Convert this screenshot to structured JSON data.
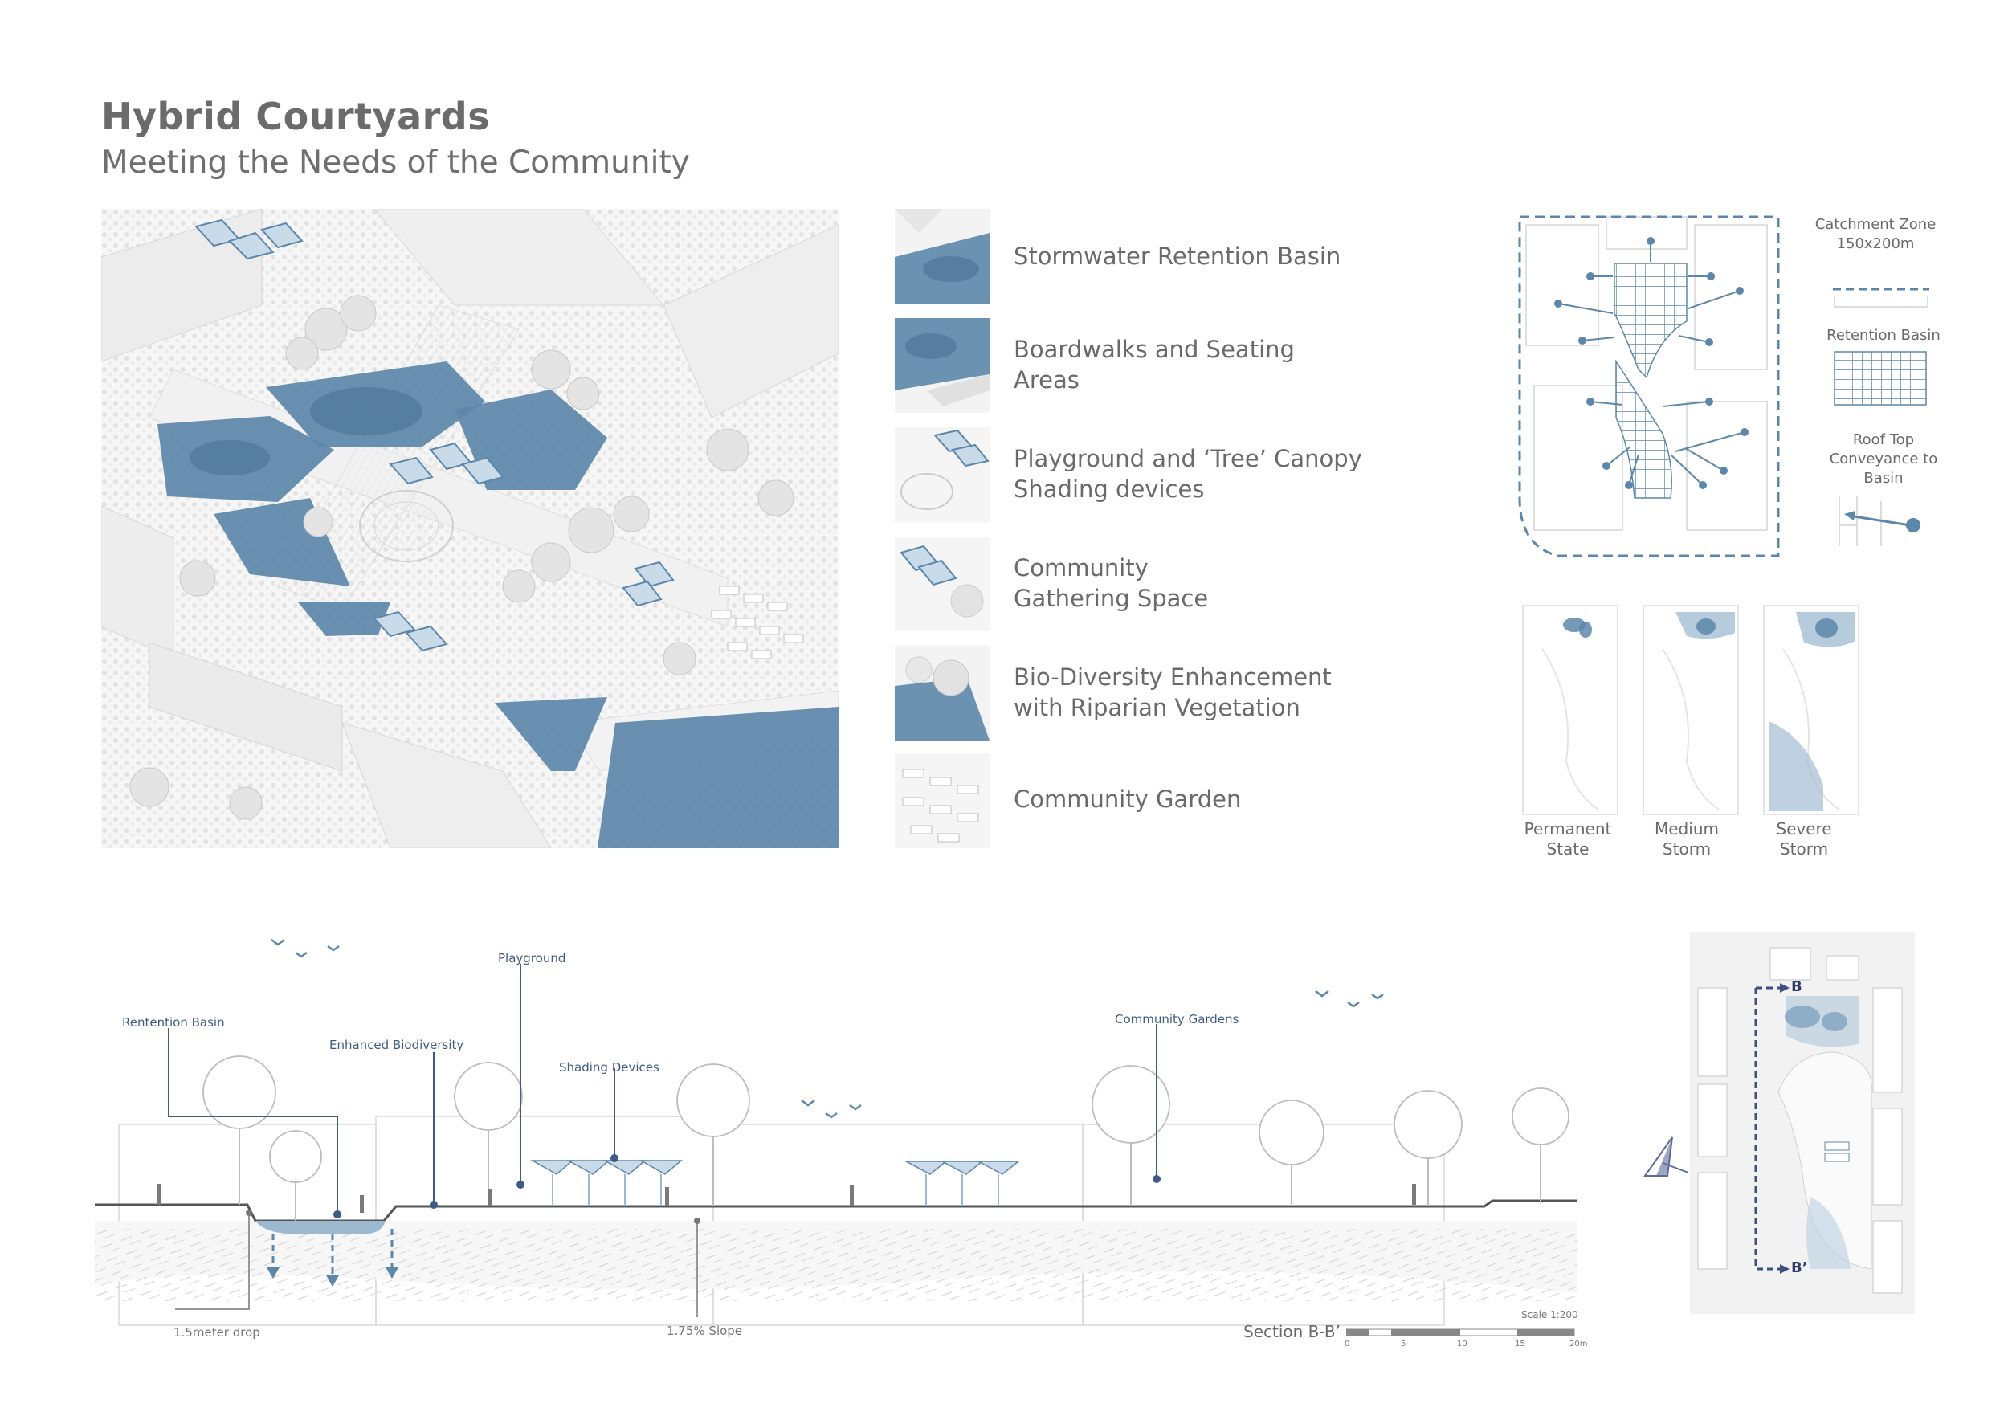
{
  "header": {
    "title": "Hybrid Courtyards",
    "subtitle": "Meeting the Needs of the Community"
  },
  "legend": {
    "items": [
      {
        "line1": "Stormwater Retention Basin",
        "line2": ""
      },
      {
        "line1": "Boardwalks and Seating",
        "line2": "Areas"
      },
      {
        "line1": "Playground and ‘Tree’ Canopy",
        "line2": "Shading devices"
      },
      {
        "line1": "Community",
        "line2": "Gathering Space"
      },
      {
        "line1": "Bio-Diversity Enhancement",
        "line2": "with Riparian Vegetation"
      },
      {
        "line1": "Community Garden",
        "line2": ""
      }
    ]
  },
  "catchment_key": {
    "zone_line1": "Catchment Zone",
    "zone_line2": "150x200m",
    "basin_label": "Retention Basin",
    "roof_line1": "Roof Top",
    "roof_line2": "Conveyance to",
    "roof_line3": "Basin"
  },
  "storm_states": [
    {
      "line1": "Permanent",
      "line2": "State"
    },
    {
      "line1": "Medium",
      "line2": "Storm"
    },
    {
      "line1": "Severe",
      "line2": "Storm"
    }
  ],
  "section": {
    "labels": {
      "retention_basin": "Rentention Basin",
      "biodiversity": "Enhanced Biodiversity",
      "playground": "Playground",
      "shading": "Shading Devices",
      "gardens": "Community Gardens",
      "drop": "1.5meter drop",
      "slope": "1.75% Slope"
    },
    "title": "Section B-B’",
    "scale_text": "Scale 1:200",
    "scale_ticks": [
      "0",
      "5",
      "10",
      "15",
      "20m"
    ]
  },
  "keyplan": {
    "marker_start": "B",
    "marker_end": "B’"
  },
  "colors": {
    "water": "#5d87aa",
    "water_light": "#9db9cf",
    "label_blue": "#3f5a85",
    "text_gray": "#6a6a6a"
  }
}
